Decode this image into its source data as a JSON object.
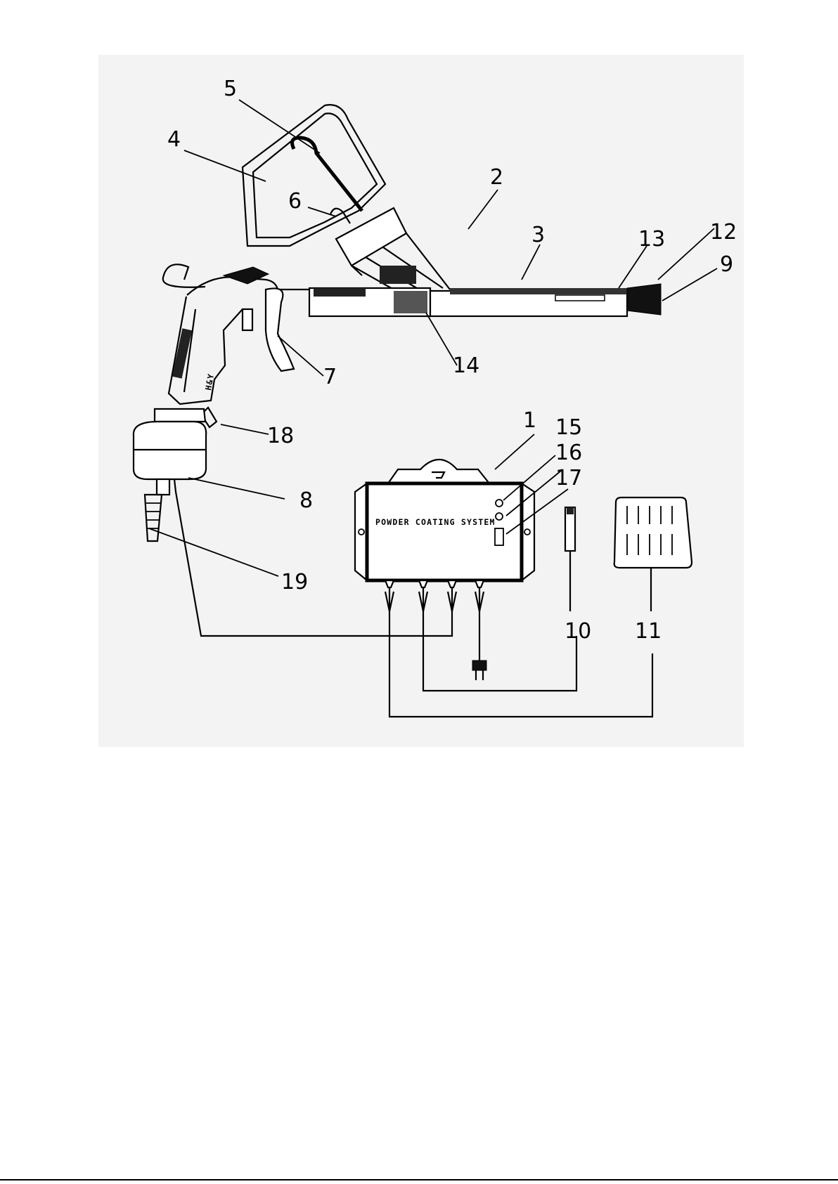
{
  "diagram": {
    "type": "technical-illustration",
    "part_labels": [
      "1",
      "2",
      "3",
      "4",
      "5",
      "6",
      "7",
      "8",
      "9",
      "10",
      "11",
      "12",
      "13",
      "14",
      "15",
      "16",
      "17",
      "18",
      "19"
    ],
    "control_box_text": "POWDER COATING SYSTEM",
    "gun_marking": "H&Y"
  }
}
